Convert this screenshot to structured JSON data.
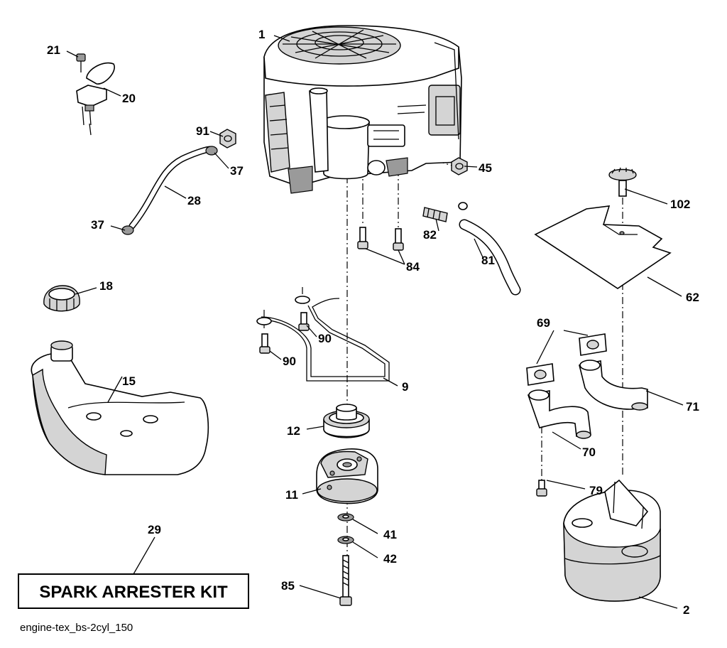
{
  "caption": "engine-tex_bs-2cyl_150",
  "kit_label": "SPARK ARRESTER KIT",
  "callouts": {
    "engine": "1",
    "muffler": "2",
    "bracket": "9",
    "clutch": "11",
    "pulley": "12",
    "fuel_tank": "15",
    "fuel_cap": "18",
    "choke_control": "20",
    "screw_21": "21",
    "fuel_line": "28",
    "spark_arrester_kit": "29",
    "clamp_upper": "37",
    "clamp_lower": "37",
    "washer_41": "41",
    "washer_42": "42",
    "nut_45": "45",
    "heat_shield": "62",
    "gasket": "69",
    "exhaust_pipe_70": "70",
    "exhaust_pipe_71": "71",
    "bolt_79": "79",
    "drain_hose": "81",
    "drain_valve": "82",
    "bolts_84": "84",
    "bolt_85": "85",
    "bolt_90_upper": "90",
    "bolt_90_lower": "90",
    "nut_91": "91",
    "knob_102": "102"
  }
}
